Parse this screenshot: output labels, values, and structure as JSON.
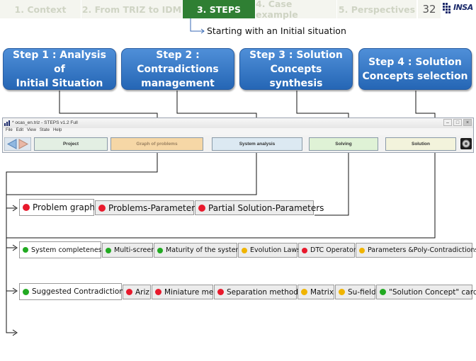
{
  "nav": {
    "items": [
      "1. Context",
      "2. From TRIZ to IDM",
      "3. STEPS",
      "4. Case example",
      "5. Perspectives"
    ],
    "active_index": 2,
    "page_number": "32",
    "logo_text": "INSA"
  },
  "subtitle": "Starting with an Initial situation",
  "steps": [
    {
      "line1": "Step 1 : Analysis of",
      "line2": "Initial Situation",
      "line3": ""
    },
    {
      "line1": "Step 2 :",
      "line2": "Contradictions",
      "line3": "management"
    },
    {
      "line1": "Step 3 : Solution",
      "line2": "Concepts synthesis",
      "line3": ""
    },
    {
      "line1": "Step 4 : Solution",
      "line2": "Concepts selection",
      "line3": ""
    }
  ],
  "window": {
    "title": "* ocas_en.triz - STEPS v1.2 Full",
    "menu": [
      "File",
      "Edit",
      "View",
      "State",
      "Help"
    ],
    "stages": [
      "Project",
      "Graph of problems",
      "System analysis",
      "Solving",
      "Solution"
    ]
  },
  "tabs_row1": [
    {
      "label": "Problem graph",
      "color": "#e8192c"
    },
    {
      "label": "Problems-Parameters",
      "color": "#e8192c"
    },
    {
      "label": "Partial Solution-Parameters",
      "color": "#e8192c"
    }
  ],
  "tabs_row2": [
    {
      "label": "System completeness",
      "color": "#22aa22"
    },
    {
      "label": "Multi-screen",
      "color": "#22aa22"
    },
    {
      "label": "Maturity of the system",
      "color": "#22aa22"
    },
    {
      "label": "Evolution Laws",
      "color": "#f0b400"
    },
    {
      "label": "DTC Operator",
      "color": "#e8192c"
    },
    {
      "label": "Parameters &Poly-Contradictions",
      "color": "#f0b400"
    }
  ],
  "tabs_row3": [
    {
      "label": "Suggested Contradictions",
      "color": "#22aa22"
    },
    {
      "label": "Ariz",
      "color": "#e8192c"
    },
    {
      "label": "Miniature men",
      "color": "#e8192c"
    },
    {
      "label": "Separation methods",
      "color": "#e8192c"
    },
    {
      "label": "Matrix",
      "color": "#f0b400"
    },
    {
      "label": "Su-field",
      "color": "#f0b400"
    },
    {
      "label": "\"Solution Concept\" cards",
      "color": "#22aa22"
    }
  ]
}
